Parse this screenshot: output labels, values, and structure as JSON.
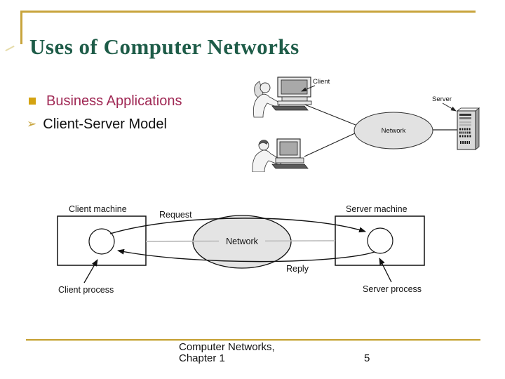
{
  "slide": {
    "title": "Uses of Computer Networks",
    "footer_line1": "Computer Networks,",
    "footer_line2": "Chapter 1",
    "page_number": "5"
  },
  "bullets": [
    {
      "marker": "square",
      "label": "Business Applications"
    },
    {
      "marker": "➢",
      "label": "Client-Server Model"
    }
  ],
  "figure_top": {
    "client_label": "Client",
    "network_label": "Network",
    "server_label": "Server"
  },
  "figure_bottom": {
    "client_machine_label": "Client machine",
    "server_machine_label": "Server machine",
    "request_label": "Request",
    "reply_label": "Reply",
    "network_label": "Network",
    "client_process_label": "Client process",
    "server_process_label": "Server process"
  },
  "colors": {
    "accent_gold": "#C8A43C",
    "bullet_gold": "#D4A311",
    "title_green": "#1E5C48",
    "bullet_maroon": "#A02955"
  }
}
